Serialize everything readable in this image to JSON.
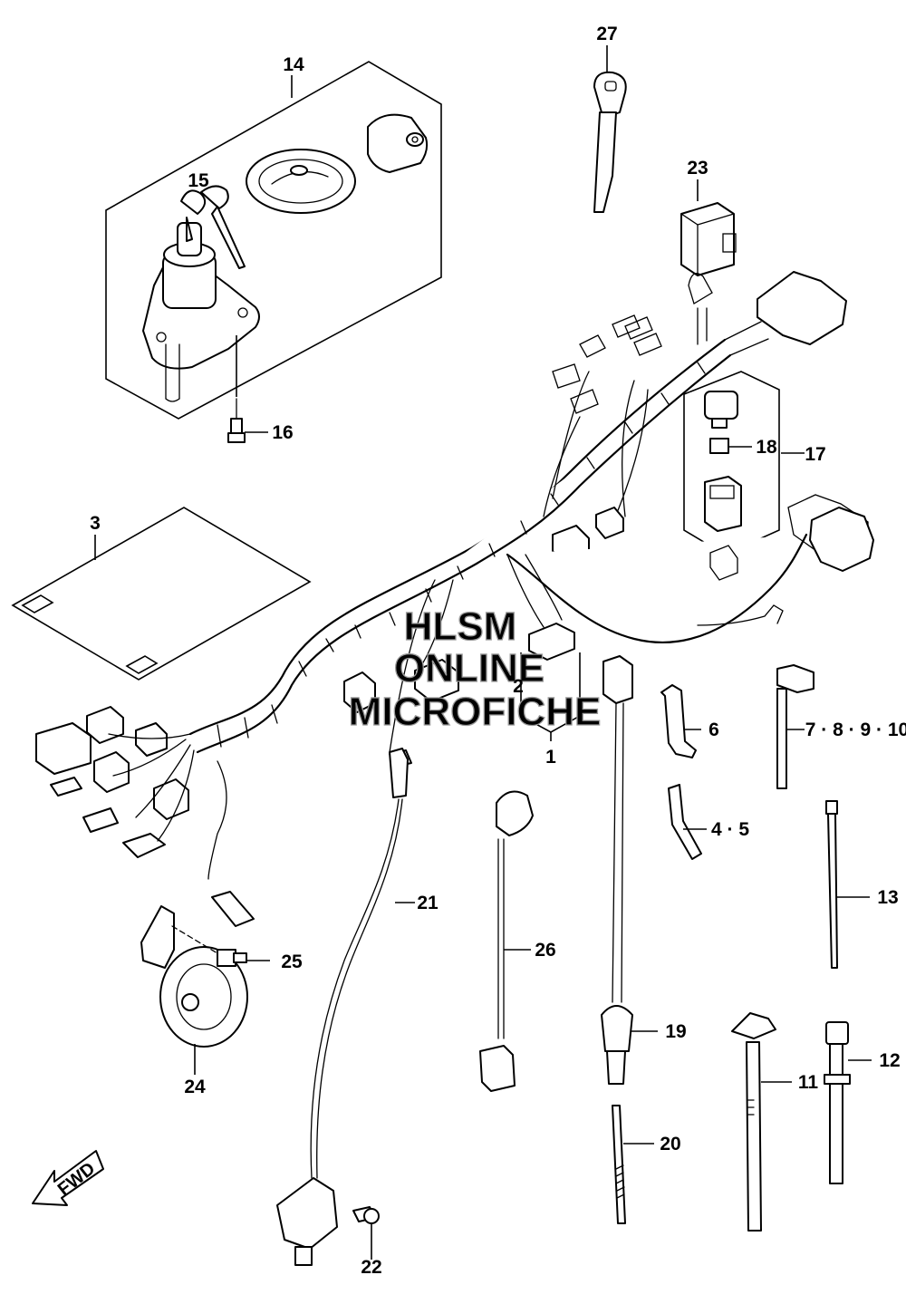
{
  "callouts": {
    "c1": "1",
    "c2": "2",
    "c3": "3",
    "c45": "4 · 5",
    "c6": "6",
    "c78910": "7 · 8 · 9 · 10",
    "c11": "11",
    "c12": "12",
    "c13": "13",
    "c14": "14",
    "c15": "15",
    "c16": "16",
    "c17": "17",
    "c18": "18",
    "c19": "19",
    "c20": "20",
    "c21": "21",
    "c22": "22",
    "c23": "23",
    "c24": "24",
    "c25": "25",
    "c26": "26",
    "c27": "27"
  },
  "watermark": {
    "line1": "HLSM",
    "line2": "ONLINE",
    "line3": "MICROFICHE"
  },
  "direction": {
    "label": "FWD"
  }
}
